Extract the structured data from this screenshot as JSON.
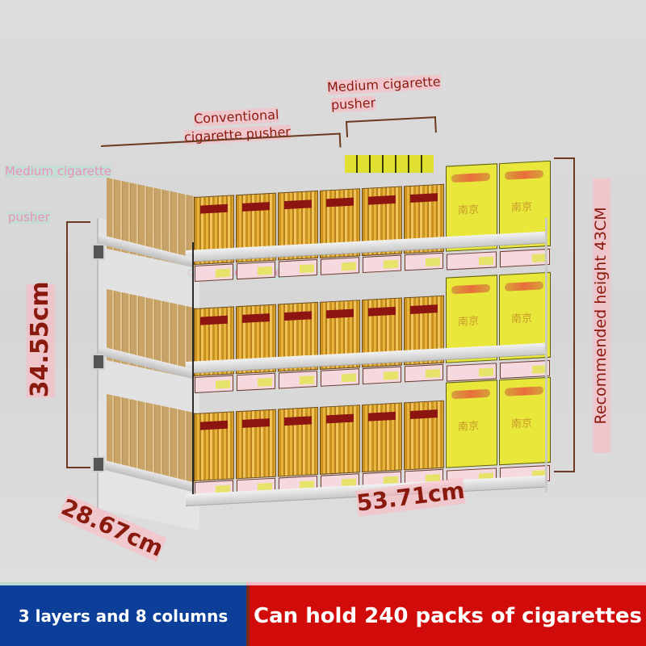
{
  "annotations": {
    "conventional_pusher": {
      "line1": "Conventional",
      "line2": "cigarette pusher"
    },
    "medium_pusher": {
      "line1": "Medium cigarette",
      "line2": "pusher"
    },
    "recommended_height": "Recommended height 43CM",
    "height_dim": "34.55cm",
    "depth_dim": "28.67cm",
    "width_dim": "53.71cm"
  },
  "ghost_overlay": {
    "medium_line1": "Medium cigarette",
    "medium_line2": "pusher",
    "conventional_line1": "Conventional",
    "conventional_line2": "cigarette pusher"
  },
  "rack": {
    "layers": 3,
    "columns": 8,
    "conventional_columns_per_tier": 6,
    "medium_columns_per_tier": 2,
    "medium_pack_text": "南京",
    "colors": {
      "conventional_pack": "#e7b43b",
      "medium_pack": "#e9e73a",
      "price_tag": "#f6d9df"
    }
  },
  "footer": {
    "left_text": "3 layers and 8 columns",
    "right_text": "Can hold 240 packs of cigarettes",
    "left_color": "#0c3f9a",
    "right_color": "#d10a0a"
  }
}
